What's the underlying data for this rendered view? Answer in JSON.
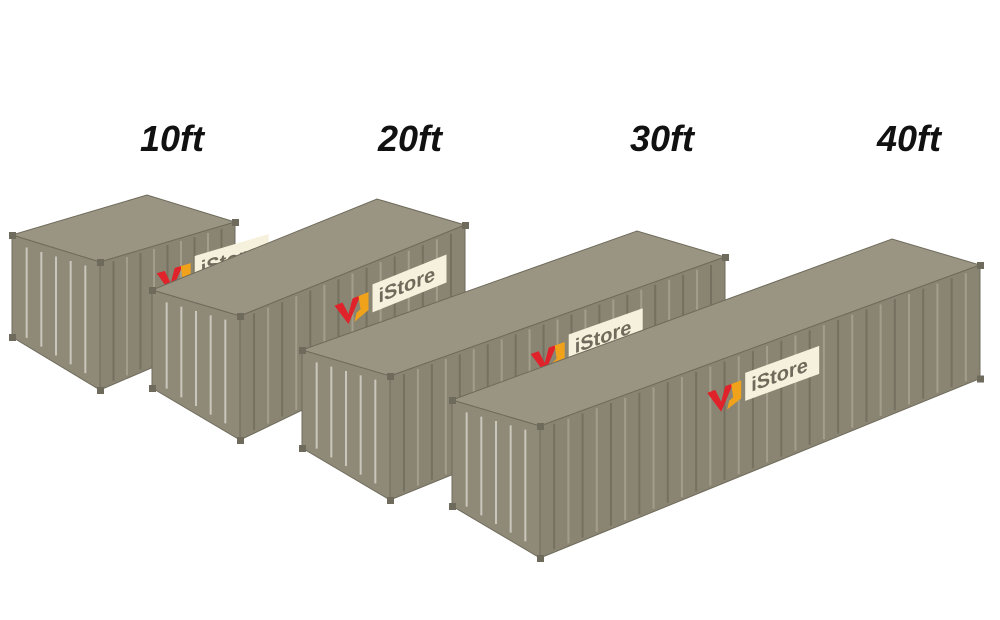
{
  "sizes": [
    {
      "label": "10ft"
    },
    {
      "label": "20ft"
    },
    {
      "label": "30ft"
    },
    {
      "label": "40ft"
    }
  ],
  "logo": {
    "brand": "iStore",
    "mark": "VJ"
  },
  "colors": {
    "container_front": "#8f8a77",
    "container_side": "#8a8572",
    "container_top": "#9a9582",
    "logo_red": "#e0222a",
    "logo_orange": "#f0a21a",
    "logo_banner": "#f6f1dc"
  }
}
